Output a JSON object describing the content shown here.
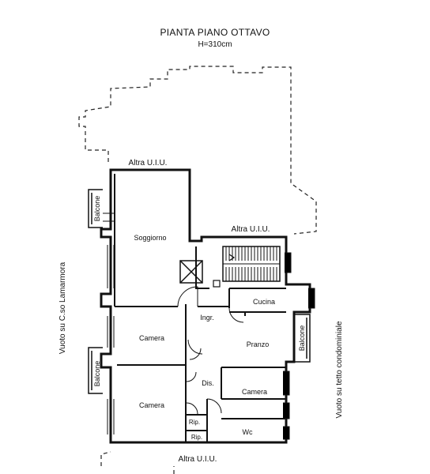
{
  "header": {
    "title": "PIANTA PIANO OTTAVO",
    "height_note": "H=310cm"
  },
  "neighbors": {
    "top": "Altra U.I.U.",
    "middle": "Altra U.I.U.",
    "bottom": "Altra U.I.U."
  },
  "sides": {
    "left": "Vuoto su C.so Lamarmora",
    "right": "Vuoto su tetto condominiale"
  },
  "rooms": {
    "balcone_top": "Balcone",
    "soggiorno": "Soggiorno",
    "cucina": "Cucina",
    "ingresso": "Ingr.",
    "camera_left": "Camera",
    "pranzo": "Pranzo",
    "balcone_right": "Balcone",
    "balcone_bottom": "Balcone",
    "disimpegno": "Dis.",
    "camera_right": "Camera",
    "camera_bottom": "Camera",
    "ripostiglio_1": "Rip.",
    "ripostiglio_2": "Rip.",
    "wc": "Wc"
  }
}
